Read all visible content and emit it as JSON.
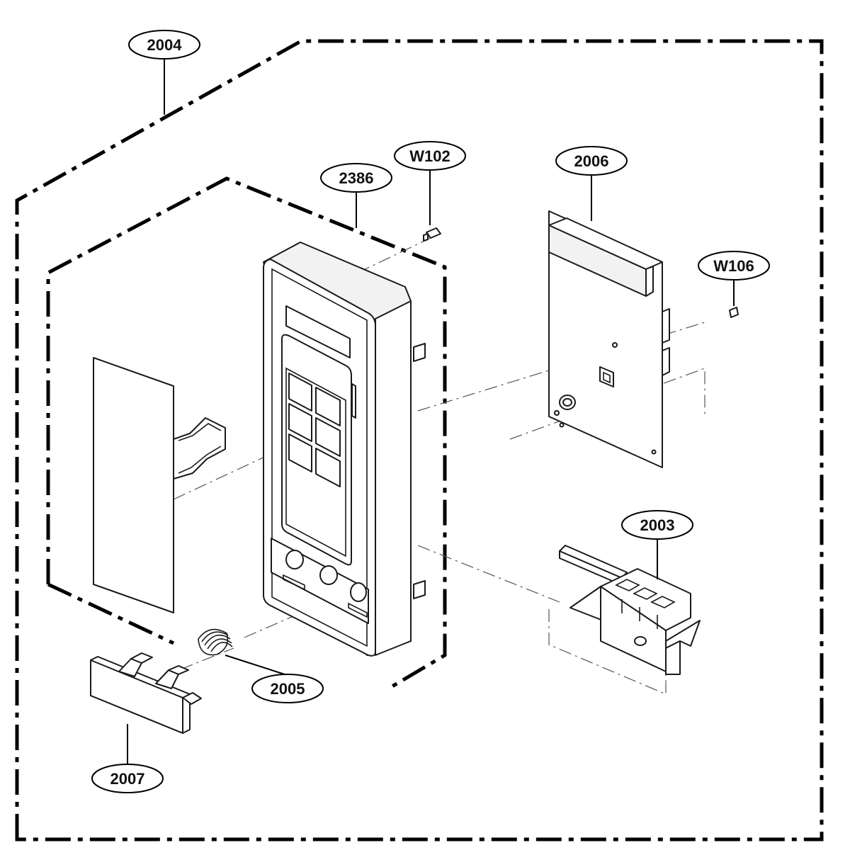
{
  "callouts": {
    "c2004": "2004",
    "c2386": "2386",
    "cW102": "W102",
    "c2006": "2006",
    "cW106": "W106",
    "c2003": "2003",
    "c2005": "2005",
    "c2007": "2007"
  }
}
